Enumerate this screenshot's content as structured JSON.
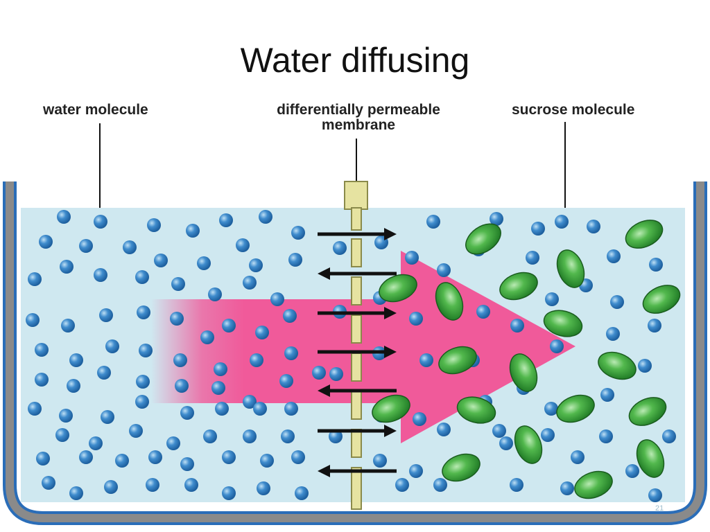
{
  "title": "Water diffusing",
  "labels": {
    "water_molecule": "water molecule",
    "membrane_line1": "differentially  permeable",
    "membrane_line2": "membrane",
    "sucrose_molecule": "sucrose molecule"
  },
  "page_number": "21",
  "colors": {
    "water": "#cfe8f0",
    "beaker_outer": "#2a6db8",
    "beaker_inner": "#8a8a8a",
    "membrane": "#e6e3a1",
    "flow_arrow": "#f05a9a",
    "water_molecule": "#2f78b8",
    "sucrose_molecule": "#2f9a3a"
  },
  "icons": [
    "water-molecule-icon",
    "sucrose-molecule-icon",
    "flow-arrow-icon",
    "membrane-pass-arrow-icon"
  ]
}
